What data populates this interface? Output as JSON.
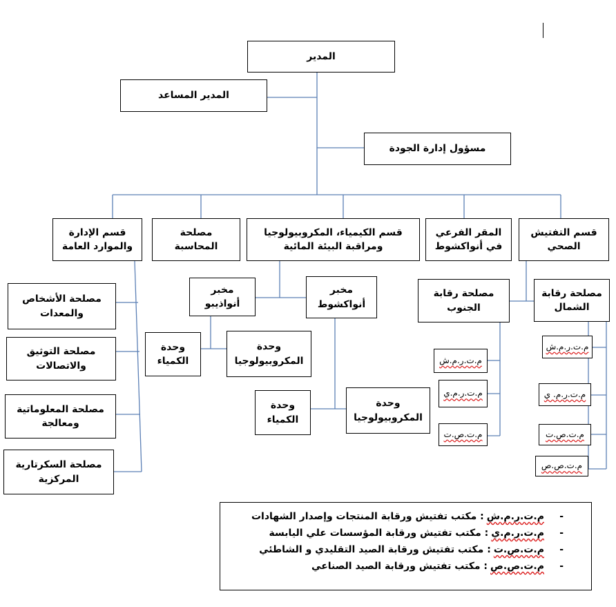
{
  "nodes": {
    "director": "المدير",
    "assistant_director": "المدير المساعد",
    "quality": "مسؤول إدارة الجودة",
    "inspection": "قسم التفتيش الصحي",
    "branch": "المقر الفرعي في أنواكشوط",
    "chem_dept": "قسم الكيمياء، المكروبيولوجيا ومراقبة البيئة المائية",
    "accounting": "مصلحة المحاسبة",
    "admin": "قسم الإدارة والموارد العامة",
    "lab_nouakchott": "مخبر أنواكشوط",
    "lab_nouadhibou": "مخبر أنواذيبو",
    "unit_micro_ndb": "وحدة المكروبيولوجيا",
    "unit_chem_ndb": "وحدة الكمياء",
    "unit_micro_nkc": "وحدة المكروبيولوجيا",
    "unit_chem_nkc": "وحدة الكمياء",
    "south": "مصلحة رقابة الجنوب",
    "north": "مصلحة رقابة الشمال",
    "south_1": "م.ت.ر.م.ش",
    "south_2": "م.ت.ر.م.ي",
    "south_3": "م.ت.ص.ت",
    "north_1": "م.ت.ر.م.ش",
    "north_2": "م.ت.ر.م. ي",
    "north_3": "م.ت.ص.ت",
    "north_4": "م.ت.ص.ص",
    "people": "مصلحة الأشخاص والمعدات",
    "docs": "مصلحة التوثيق والاتصالات",
    "info": "مصلحة المعلوماتية ومعالجة",
    "secretariat": "مصلحة السكرتارية المركزية"
  },
  "legend": [
    {
      "dash": "-",
      "code": "م.ت.ر.م.ش",
      "text": ": مكتب تفتيش ورقابة المنتجات وإصدار الشهادات"
    },
    {
      "dash": "-",
      "code": "م.ت.ر.م.ي",
      "text": ": مكتب تفتيش ورقابة المؤسسات علي اليابسة"
    },
    {
      "dash": "-",
      "code": "م.ت.ص.ت",
      "text": ": مكتب تفتيش ورقابة الصيد التقليدي و الشاطئي"
    },
    {
      "dash": "-",
      "code": "م.ت.ص.ص",
      "text": ": مكتب تفتيش ورقابة الصيد الصناعي"
    }
  ],
  "colors": {
    "connector": "#5b7fb5",
    "border": "#000000"
  }
}
